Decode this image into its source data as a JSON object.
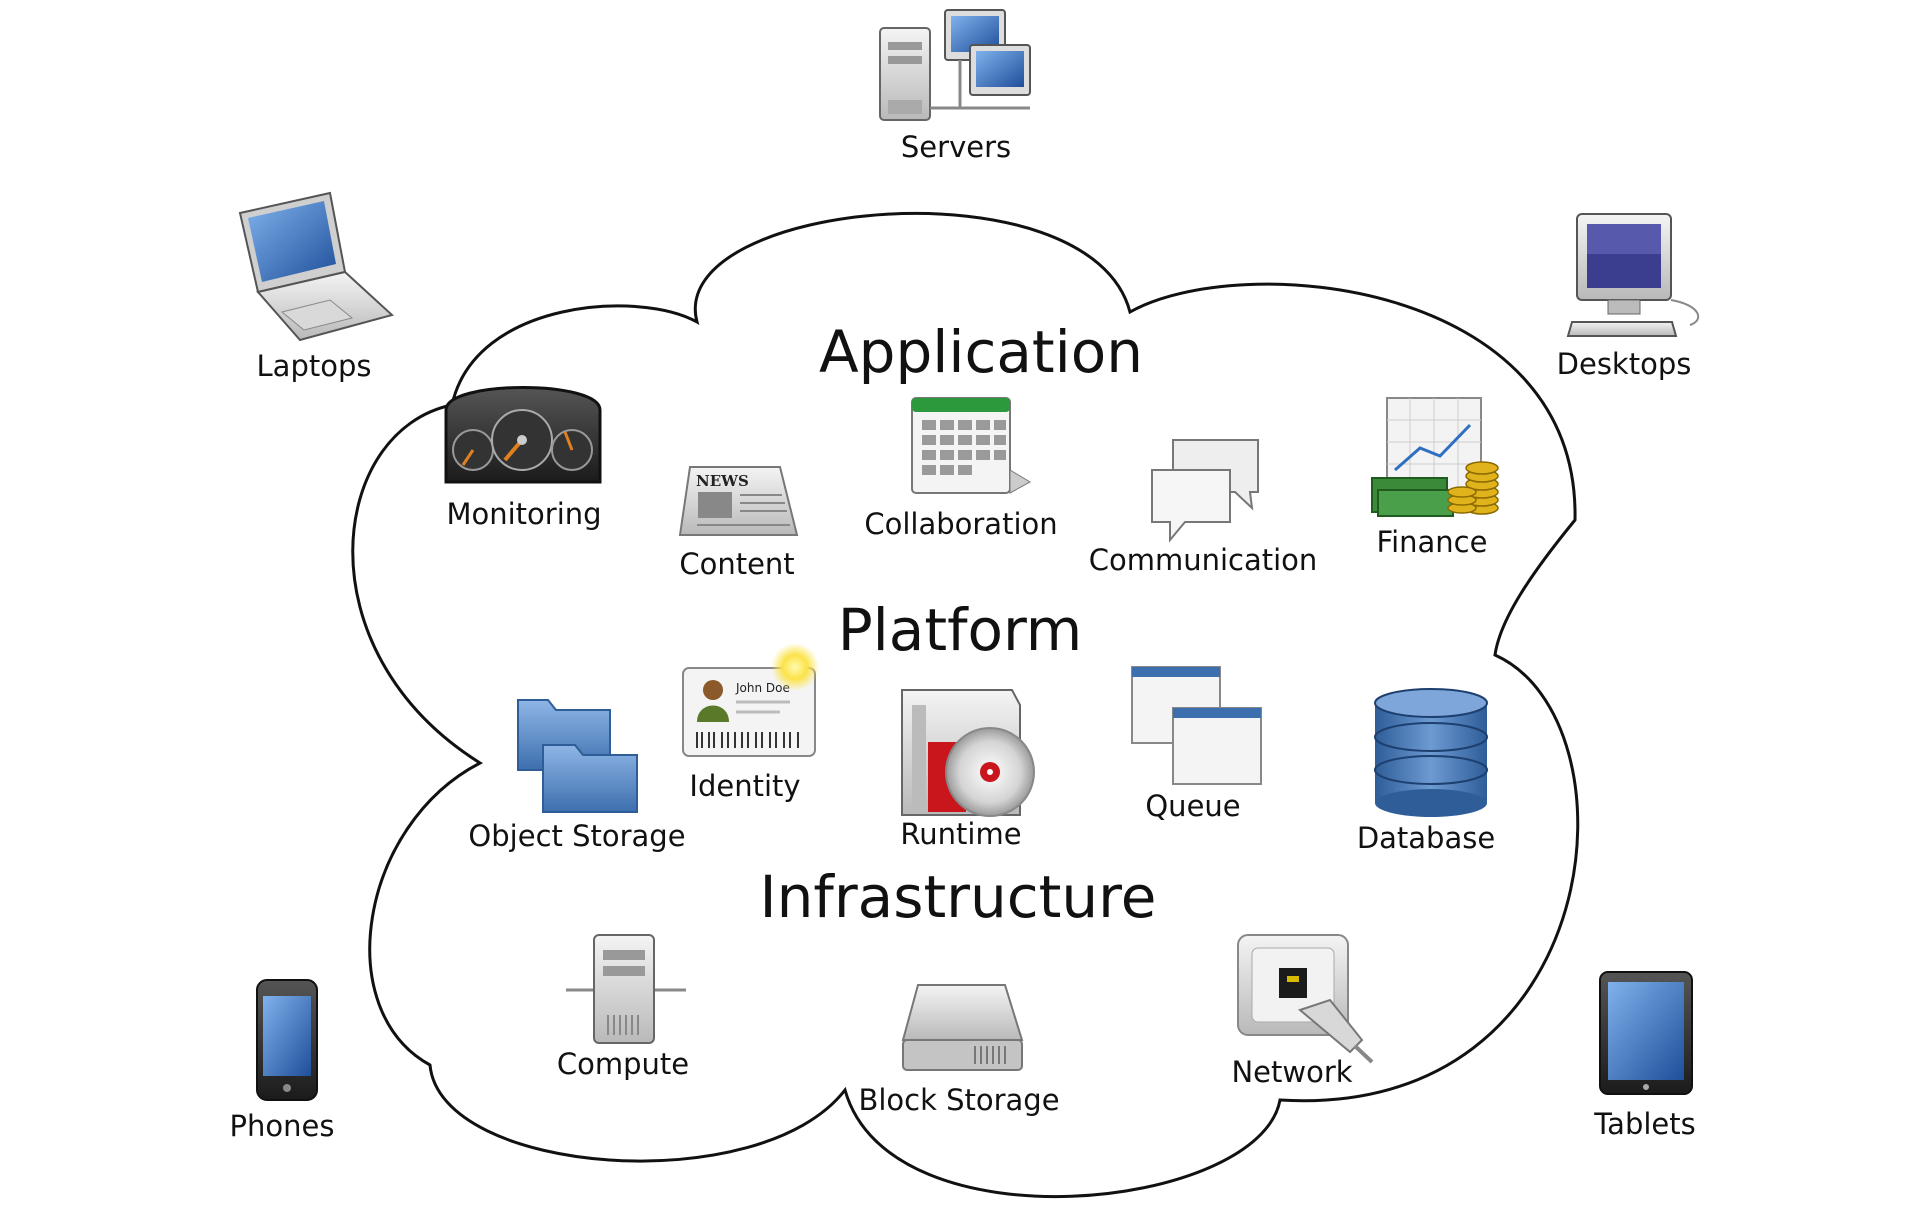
{
  "layers": {
    "application": "Application",
    "platform": "Platform",
    "infrastructure": "Infrastructure"
  },
  "devices": {
    "servers": "Servers",
    "laptops": "Laptops",
    "desktops": "Desktops",
    "phones": "Phones",
    "tablets": "Tablets"
  },
  "application": {
    "monitoring": "Monitoring",
    "content": "Content",
    "content_icon_text": "NEWS",
    "collaboration": "Collaboration",
    "communication": "Communication",
    "finance": "Finance"
  },
  "platform": {
    "object_storage": "Object Storage",
    "identity": "Identity",
    "identity_card_name": "John Doe",
    "runtime": "Runtime",
    "queue": "Queue",
    "database": "Database"
  },
  "infrastructure": {
    "compute": "Compute",
    "block_storage": "Block Storage",
    "network": "Network"
  },
  "colors": {
    "cloud_stroke": "#111111",
    "screen_blue": "#2f6fc2",
    "folder_blue": "#5b8fcf",
    "db_blue": "#3d6fae",
    "calendar_green": "#2c9a3c",
    "coin_gold": "#e0b31c",
    "money_green": "#3b8a3a",
    "disc_red": "#c8161c"
  }
}
